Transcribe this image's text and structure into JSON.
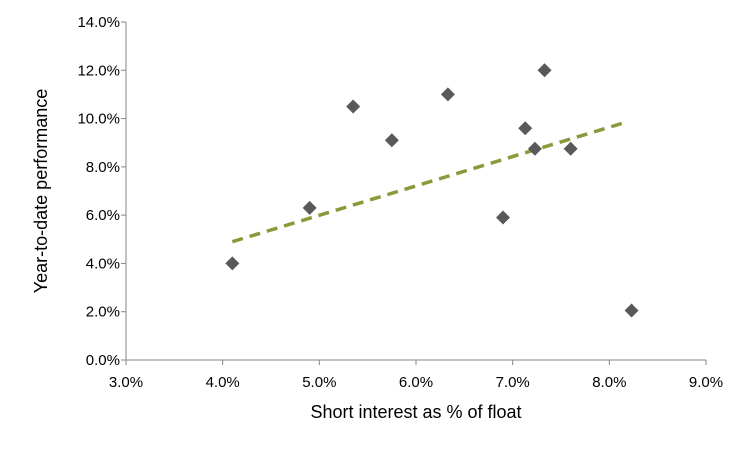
{
  "chart_data": {
    "type": "scatter",
    "title": "",
    "xlabel": "Short interest as % of float",
    "ylabel": "Year-to-date performance",
    "xlim": [
      0.03,
      0.09
    ],
    "ylim": [
      0.0,
      0.14
    ],
    "x_ticks": [
      0.03,
      0.04,
      0.05,
      0.06,
      0.07,
      0.08,
      0.09
    ],
    "x_tick_labels": [
      "3.0%",
      "4.0%",
      "5.0%",
      "6.0%",
      "7.0%",
      "8.0%",
      "9.0%"
    ],
    "y_ticks": [
      0.0,
      0.02,
      0.04,
      0.06,
      0.08,
      0.1,
      0.12,
      0.14
    ],
    "y_tick_labels": [
      "0.0%",
      "2.0%",
      "4.0%",
      "6.0%",
      "8.0%",
      "10.0%",
      "12.0%",
      "14.0%"
    ],
    "grid": false,
    "legend": "none",
    "series": [
      {
        "marker": "diamond",
        "color": "#595959",
        "x": [
          0.041,
          0.049,
          0.0535,
          0.0575,
          0.0633,
          0.069,
          0.0713,
          0.0723,
          0.0733,
          0.076,
          0.0823
        ],
        "y": [
          0.04,
          0.063,
          0.105,
          0.091,
          0.11,
          0.059,
          0.096,
          0.0875,
          0.12,
          0.0875,
          0.0205
        ]
      }
    ],
    "trendline": {
      "style": "dashed",
      "color": "#8a9a3b",
      "x": [
        0.041,
        0.0813
      ],
      "y": [
        0.049,
        0.098
      ]
    }
  }
}
